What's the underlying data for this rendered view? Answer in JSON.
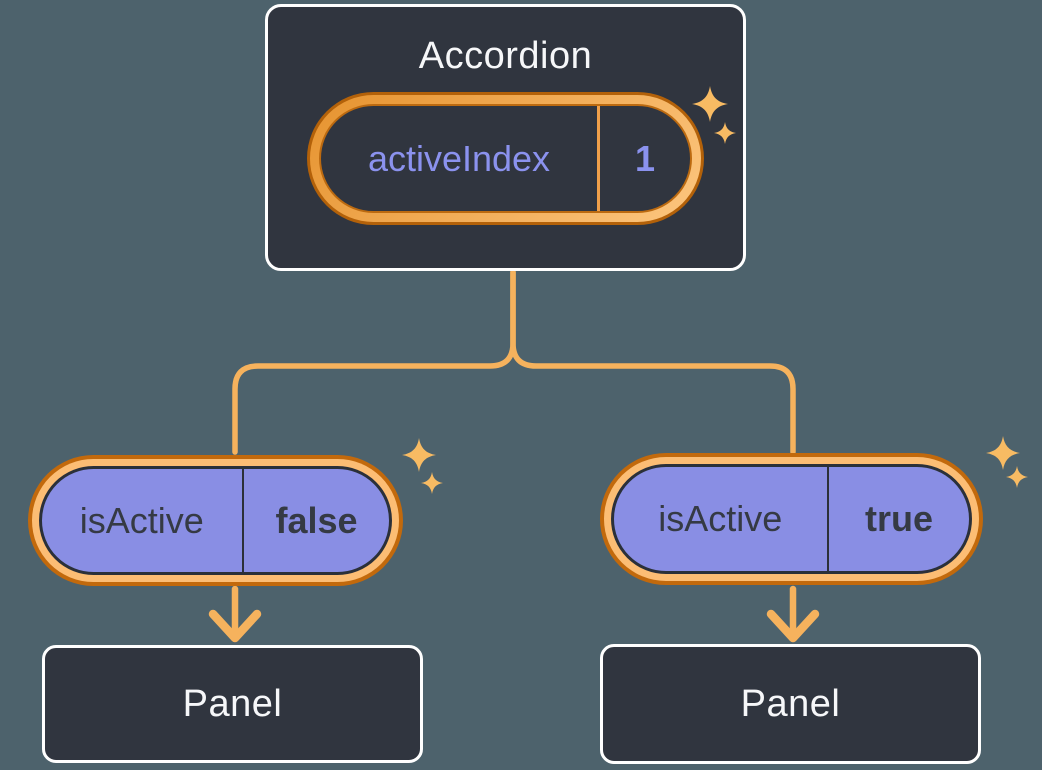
{
  "colors": {
    "bg": "#4d626c",
    "box": "#30353f",
    "boxBorder": "#ffffff",
    "whiteText": "#f6f7f9",
    "purple": "#898ee4",
    "purpleText": "#8b92ee",
    "darkText": "#353a44",
    "line": "#f6b25d",
    "ringDark": "#c2690c",
    "ringLight": "#fcbd74",
    "ringEdge": "#b36109",
    "ringEdge2": "#bc6a10",
    "ringGradA": "#e6932f",
    "ringGradB": "#fdc67f",
    "dividerOrange": "#f0a04a",
    "pillBorderDark": "#2b3039",
    "sparkle": "#f8bb63"
  },
  "icons": {
    "sparkle_icon": "four-point star ✦"
  },
  "accordion": {
    "title": "Accordion",
    "state_label": "activeIndex",
    "state_value": "1"
  },
  "left_child": {
    "prop_label": "isActive",
    "prop_value": "false",
    "panel_title": "Panel"
  },
  "right_child": {
    "prop_label": "isActive",
    "prop_value": "true",
    "panel_title": "Panel"
  }
}
